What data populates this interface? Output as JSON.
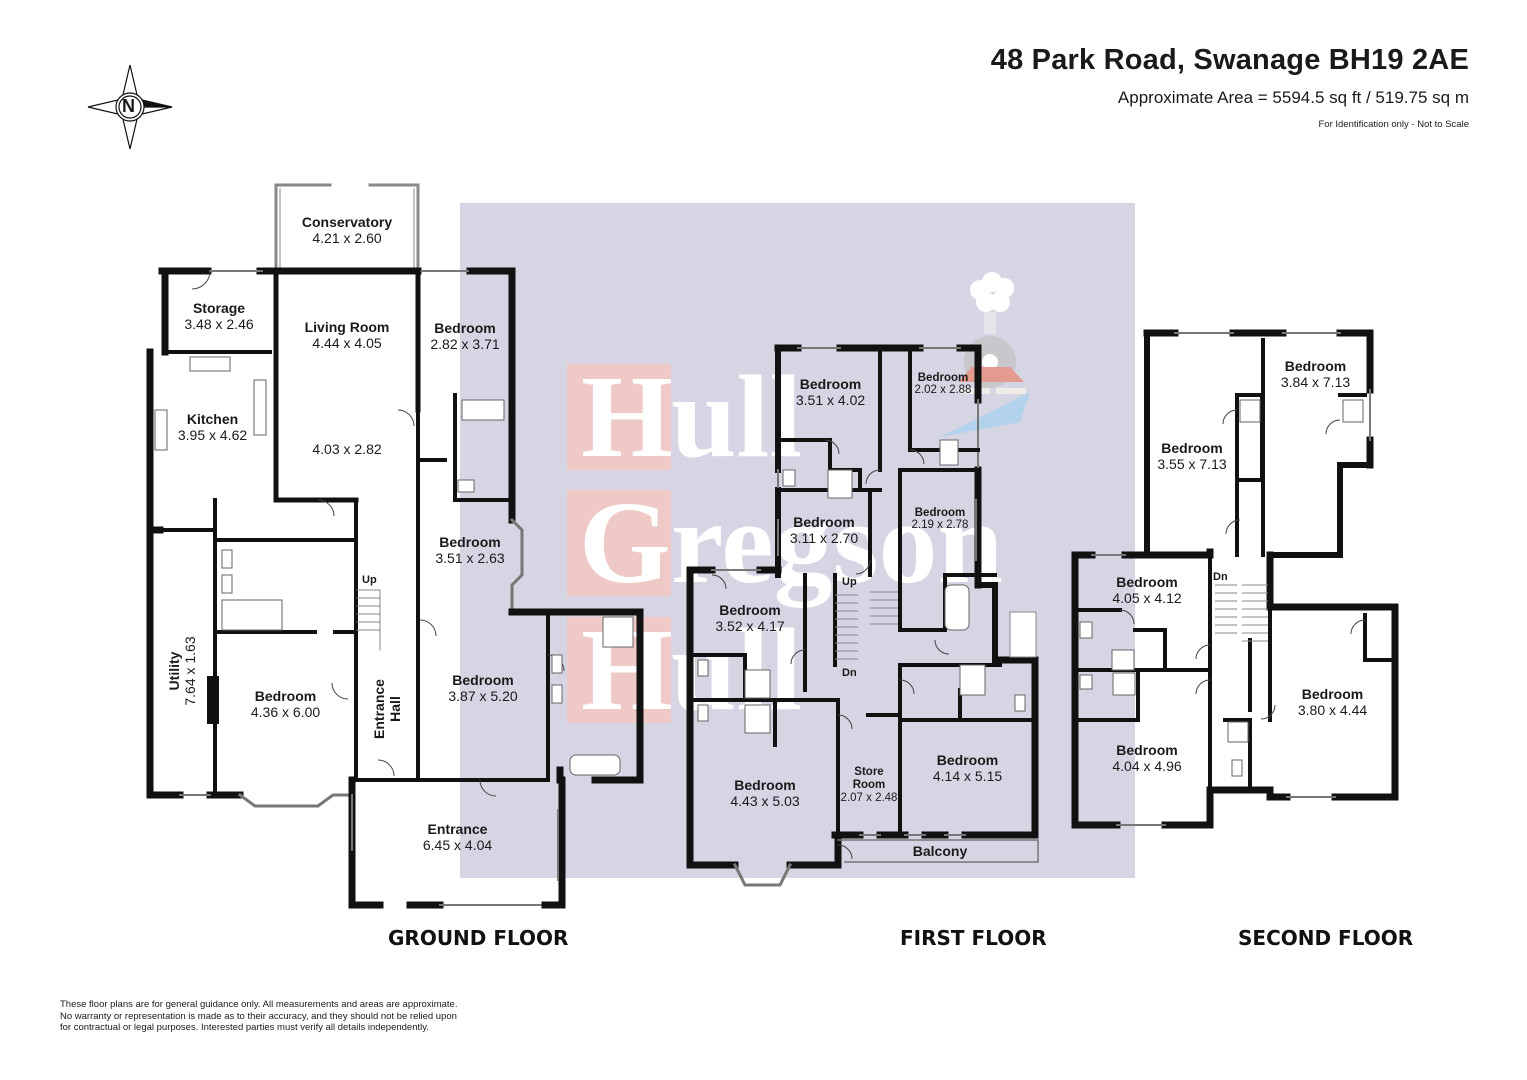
{
  "header": {
    "title": "48 Park Road, Swanage BH19 2AE",
    "area": "Approximate Area = 5594.5 sq ft / 519.75 sq m",
    "note": "For Identification only - Not to Scale"
  },
  "compass": {
    "icon": "north-compass-icon",
    "label": "N"
  },
  "watermark": {
    "lines": [
      {
        "initial": "H",
        "rest": "ull"
      },
      {
        "initial": "G",
        "rest": "regson"
      },
      {
        "initial": "H",
        "rest": "ull"
      }
    ],
    "logo_icon": "steam-train-logo-icon",
    "band_color": "#d6d5e3",
    "box_color": "#eec9c6"
  },
  "floors": {
    "ground": {
      "label": "GROUND FLOOR",
      "rooms": [
        {
          "name": "Conservatory",
          "dims": "4.21 x 2.60"
        },
        {
          "name": "Storage",
          "dims": "3.48 x 2.46"
        },
        {
          "name": "Living Room",
          "dims": "4.44 x 4.05"
        },
        {
          "name": "",
          "dims": "4.03 x 2.82"
        },
        {
          "name": "Bedroom",
          "dims": "2.82 x 3.71"
        },
        {
          "name": "Kitchen",
          "dims": "3.95 x 4.62"
        },
        {
          "name": "Bedroom",
          "dims": "3.51 x 2.63"
        },
        {
          "name": "Utility",
          "dims": "7.64 x 1.63"
        },
        {
          "name": "Bedroom",
          "dims": "4.36 x 6.00"
        },
        {
          "name": "Entrance",
          "dims": "Hall"
        },
        {
          "name": "Bedroom",
          "dims": "3.87 x 5.20"
        },
        {
          "name": "Entrance",
          "dims": "6.45 x 4.04"
        }
      ],
      "stairs": "Up"
    },
    "first": {
      "label": "FIRST FLOOR",
      "rooms": [
        {
          "name": "Bedroom",
          "dims": "3.51 x 4.02"
        },
        {
          "name": "Bedroom",
          "dims": "2.02 x 2.88"
        },
        {
          "name": "Bedroom",
          "dims": "3.11 x 2.70"
        },
        {
          "name": "Bedroom",
          "dims": "2.19 x 2.78"
        },
        {
          "name": "Bedroom",
          "dims": "3.52 x 4.17"
        },
        {
          "name": "Bedroom",
          "dims": "4.43 x 5.03"
        },
        {
          "name": "Store",
          "dims": "2.07 x 2.48",
          "name2": "Room"
        },
        {
          "name": "Bedroom",
          "dims": "4.14 x 5.15"
        },
        {
          "name": "Balcony",
          "dims": ""
        }
      ],
      "stairs_up": "Up",
      "stairs_dn": "Dn"
    },
    "second": {
      "label": "SECOND FLOOR",
      "rooms": [
        {
          "name": "Bedroom",
          "dims": "3.55 x 7.13"
        },
        {
          "name": "Bedroom",
          "dims": "3.84 x 7.13"
        },
        {
          "name": "Bedroom",
          "dims": "4.05 x 4.12"
        },
        {
          "name": "Bedroom",
          "dims": "4.04 x 4.96"
        },
        {
          "name": "Bedroom",
          "dims": "3.80 x 4.44"
        }
      ],
      "stairs_dn": "Dn"
    }
  },
  "disclaimer": {
    "line1": "These floor plans are for general guidance only. All measurements and areas are approximate.",
    "line2": "No warranty or representation is made as to their accuracy, and they should not be relied upon",
    "line3": "for contractual or legal purposes. Interested parties must verify all details independently."
  }
}
